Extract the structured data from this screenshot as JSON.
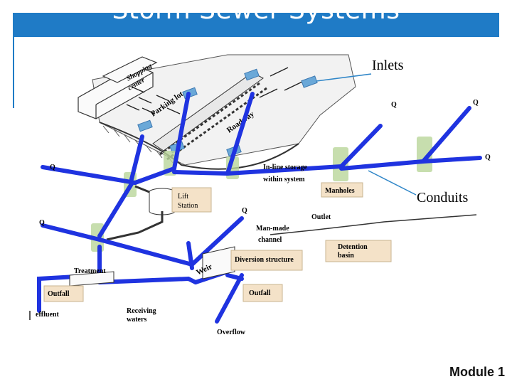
{
  "slide": {
    "title": "Storm Sewer Systems",
    "footer": "Module 1"
  },
  "callouts": {
    "inlets": "Inlets",
    "conduits": "Conduits"
  },
  "labels": {
    "shopping_center_1": "Shopping",
    "shopping_center_2": "center",
    "parking_lot": "Parking lot",
    "roadway": "Roadway",
    "inline_storage_1": "In-line storage",
    "inline_storage_2": "within system",
    "manholes": "Manholes",
    "lift_station_1": "Lift",
    "lift_station_2": "Station",
    "outlet": "Outlet",
    "man_made_channel_1": "Man-made",
    "man_made_channel_2": "channel",
    "detention_basin_1": "Detention",
    "detention_basin_2": "basin",
    "diversion_structure": "Diversion structure",
    "treatment": "Treatment",
    "weir": "Weir",
    "outfall_left": "Outfall",
    "outfall_right": "Outfall",
    "effluent": "effluent",
    "receiving_waters_1": "Receiving",
    "receiving_waters_2": "waters",
    "overflow": "Overflow",
    "flow_q": "Q"
  },
  "colors": {
    "title_bar": "#1f7bc6",
    "conduit": "#1f33e0",
    "inlet_grate": "#6aa8d8",
    "manhole_glow": "#b9d69a",
    "label_box": "#f4e2c8",
    "callout_line": "#2f86c8"
  }
}
